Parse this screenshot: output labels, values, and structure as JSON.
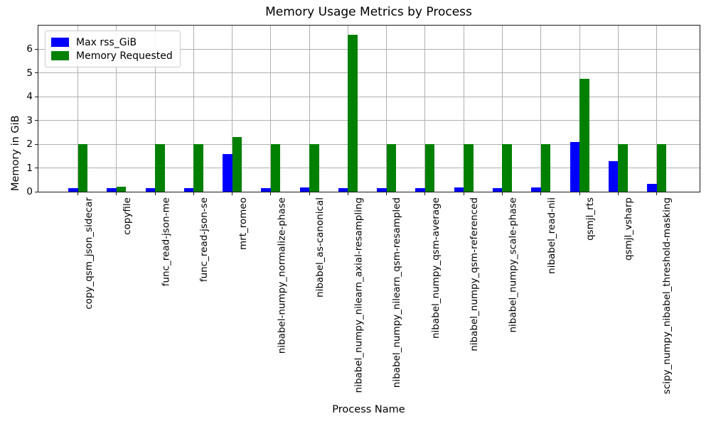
{
  "chart_data": {
    "type": "bar",
    "title": "Memory Usage Metrics by Process",
    "xlabel": "Process Name",
    "ylabel": "Memory in GiB",
    "ylim": [
      0,
      7
    ],
    "yticks": [
      0,
      1,
      2,
      3,
      4,
      5,
      6
    ],
    "grid": true,
    "legend_position": "upper left",
    "categories": [
      "copy_qsm_json_sidecar",
      "copyfile",
      "func_read-json-me",
      "func_read-json-se",
      "mrt_romeo",
      "nibabel-numpy_normalize-phase",
      "nibabel_as-canonical",
      "nibabel_numpy_nilearn_axial-resampling",
      "nibabel_numpy_nilearn_qsm-resampled",
      "nibabel_numpy_qsm-average",
      "nibabel_numpy_qsm-referenced",
      "nibabel_numpy_scale-phase",
      "nibabel_read-nii",
      "qsmjl_rts",
      "qsmjl_vsharp",
      "scipy_numpy_nibabel_threshold-masking"
    ],
    "series": [
      {
        "name": "Max rss_GiB",
        "color": "#0000ff",
        "values": [
          0.14,
          0.14,
          0.14,
          0.14,
          1.6,
          0.14,
          0.17,
          0.14,
          0.14,
          0.14,
          0.18,
          0.14,
          0.17,
          2.1,
          1.28,
          0.32
        ]
      },
      {
        "name": "Memory Requested",
        "color": "#008000",
        "values": [
          2.0,
          0.2,
          2.0,
          2.0,
          2.3,
          2.0,
          2.0,
          6.6,
          2.0,
          2.0,
          2.0,
          2.0,
          2.0,
          4.75,
          2.0,
          2.0
        ]
      }
    ]
  }
}
